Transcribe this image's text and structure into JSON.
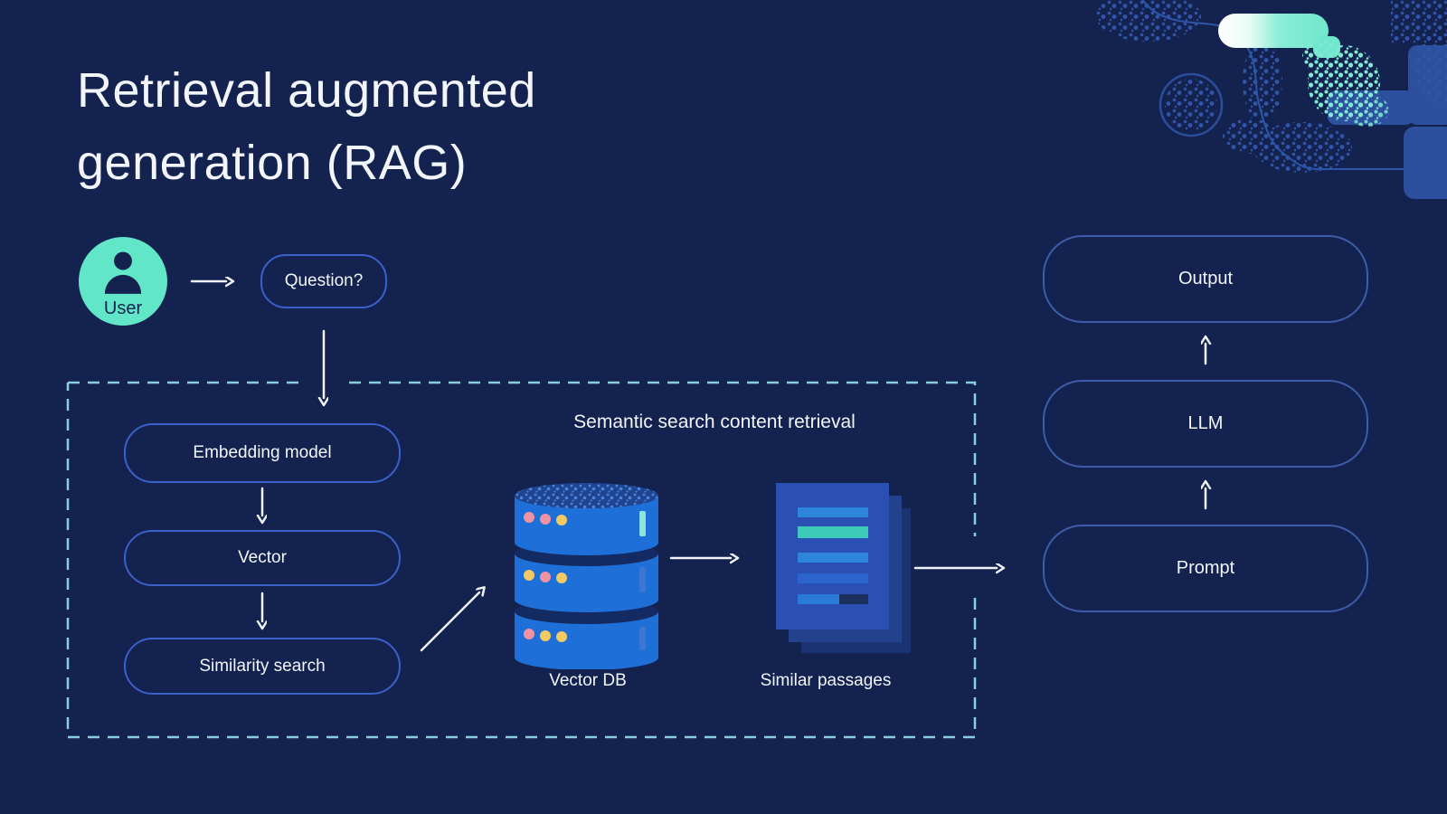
{
  "title": "Retrieval augmented generation (RAG)",
  "user": {
    "label": "User"
  },
  "flow": {
    "question_label": "Question?",
    "embedding_model_label": "Embedding model",
    "vector_label": "Vector",
    "similarity_search_label": "Similarity search"
  },
  "panel": {
    "title": "Semantic search content retrieval",
    "vector_db_label": "Vector DB",
    "similar_passages_label": "Similar passages"
  },
  "output_chain": {
    "prompt_label": "Prompt",
    "llm_label": "LLM",
    "output_label": "Output"
  },
  "icons": {
    "user_icon": "person-silhouette",
    "vector_db_icon": "database-cylinders",
    "similar_passages_icon": "stacked-documents",
    "arrow_icon": "thin-white-arrow"
  },
  "colors": {
    "background": "#142250",
    "text": "#f2f5fa",
    "arrow": "#f0f2f5",
    "flow_box_border": "#3c60c9",
    "output_box_border": "#3e5ca8",
    "panel_dash": "#8bcfdc",
    "avatar_mint": "#62e6c8",
    "deco_mint": "#6fe7cc",
    "deco_blue": "#2c4f9e",
    "db_body_blue": "#1f6fd8",
    "db_top_blue": "#1f4490",
    "db_stripe_teal": "#8fe6d2",
    "doc_front_blue": "#2b50b4",
    "doc_mid_blue": "#23418c",
    "doc_back_blue": "#1c3372",
    "doc_line_blue": "#2e86dc",
    "doc_line_teal": "#3ecab8",
    "dot_pink": "#ef93a4",
    "dot_yellow": "#f2c963"
  }
}
